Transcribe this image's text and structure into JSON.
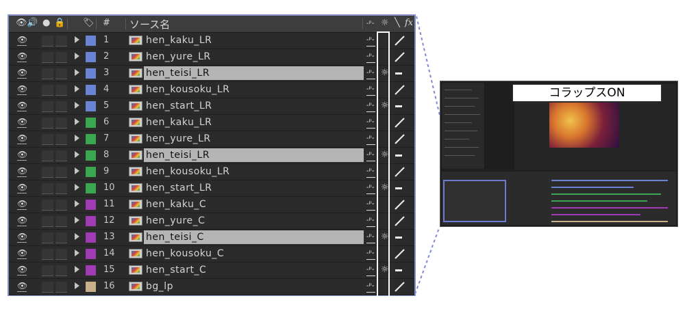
{
  "header": {
    "col_number": "#",
    "col_source_name": "ソース名",
    "col_fx": "fx"
  },
  "layers": [
    {
      "num": "1",
      "name": "hen_kaku_LR",
      "color": "#6a84d3",
      "selected": false,
      "collapse": false
    },
    {
      "num": "2",
      "name": "hen_yure_LR",
      "color": "#6a84d3",
      "selected": false,
      "collapse": false
    },
    {
      "num": "3",
      "name": "hen_teisi_LR",
      "color": "#6a84d3",
      "selected": true,
      "collapse": true
    },
    {
      "num": "4",
      "name": "hen_kousoku_LR",
      "color": "#6a84d3",
      "selected": false,
      "collapse": false
    },
    {
      "num": "5",
      "name": "hen_start_LR",
      "color": "#6a84d3",
      "selected": false,
      "collapse": true
    },
    {
      "num": "6",
      "name": "hen_kaku_LR",
      "color": "#3aa64f",
      "selected": false,
      "collapse": false
    },
    {
      "num": "7",
      "name": "hen_yure_LR",
      "color": "#3aa64f",
      "selected": false,
      "collapse": false
    },
    {
      "num": "8",
      "name": "hen_teisi_LR",
      "color": "#3aa64f",
      "selected": true,
      "collapse": true
    },
    {
      "num": "9",
      "name": "hen_kousoku_LR",
      "color": "#3aa64f",
      "selected": false,
      "collapse": false
    },
    {
      "num": "10",
      "name": "hen_start_LR",
      "color": "#3aa64f",
      "selected": false,
      "collapse": true
    },
    {
      "num": "11",
      "name": "hen_kaku_C",
      "color": "#a13bb4",
      "selected": false,
      "collapse": false
    },
    {
      "num": "12",
      "name": "hen_yure_C",
      "color": "#a13bb4",
      "selected": false,
      "collapse": false
    },
    {
      "num": "13",
      "name": "hen_teisi_C",
      "color": "#a13bb4",
      "selected": true,
      "collapse": true
    },
    {
      "num": "14",
      "name": "hen_kousoku_C",
      "color": "#a13bb4",
      "selected": false,
      "collapse": false
    },
    {
      "num": "15",
      "name": "hen_start_C",
      "color": "#a13bb4",
      "selected": false,
      "collapse": true
    },
    {
      "num": "16",
      "name": "bg_lp",
      "color": "#c7b08a",
      "selected": false,
      "collapse": false
    }
  ],
  "callout": {
    "label": "コラップスON"
  }
}
